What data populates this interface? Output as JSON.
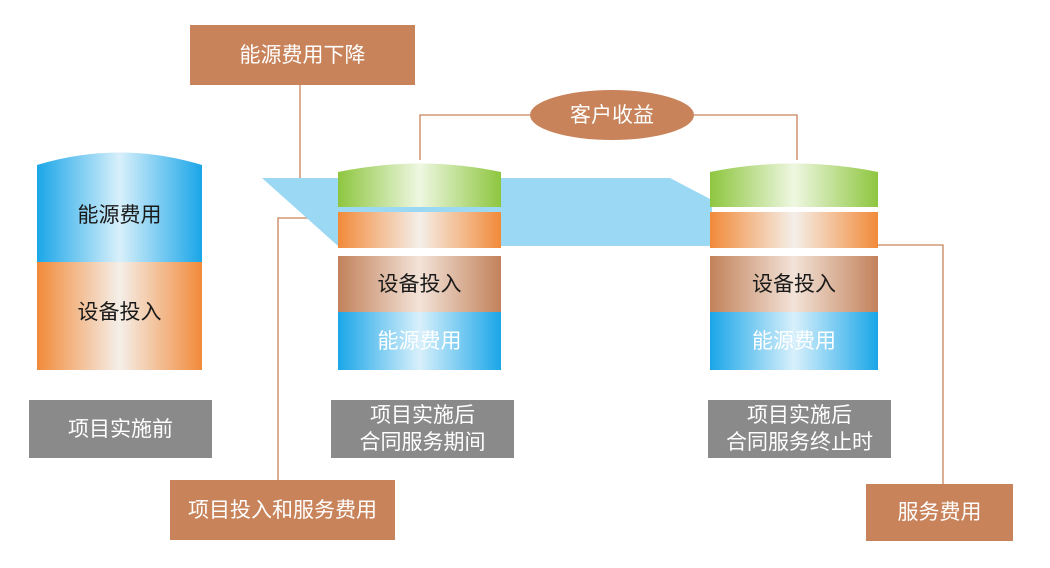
{
  "colors": {
    "callout": "#c8835a",
    "energy": "#1aa6e8",
    "equipment": "#c2825b",
    "orange": "#f28a3a",
    "green": "#8ec63f",
    "band": "#9bd8f3",
    "stage_box": "#8a8a8a",
    "connector": "#c8835a"
  },
  "callouts": {
    "energy_cost_down": "能源费用下降",
    "customer_benefit": "客户收益",
    "investment_and_service_fee": "项目投入和服务费用",
    "service_fee": "服务费用"
  },
  "columns": {
    "before": {
      "top_label": "能源费用",
      "bottom_label": "设备投入",
      "stage": "项目实施前"
    },
    "during": {
      "equipment_label": "设备投入",
      "energy_label": "能源费用",
      "stage": "项目实施后\n合同服务期间"
    },
    "after": {
      "equipment_label": "设备投入",
      "energy_label": "能源费用",
      "stage": "项目实施后\n合同服务终止时"
    }
  }
}
